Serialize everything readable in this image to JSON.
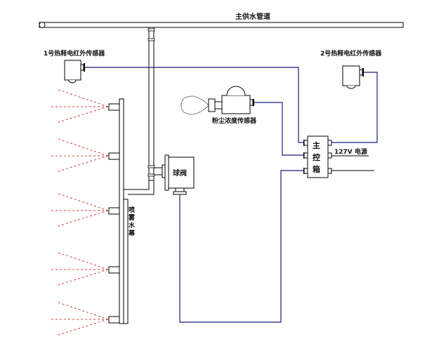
{
  "title": "",
  "labels": {
    "main_pipe": "主供水管道",
    "sensor1": "1号热释电红外传感器",
    "sensor2": "2号热释电红外传感器",
    "dust_sensor": "粉尘浓度传感器",
    "controller": [
      "主",
      "控",
      "箱"
    ],
    "power": "127V 电源",
    "valve": "球阀",
    "water_curtain": [
      "喷",
      "雾",
      "水",
      "幕"
    ]
  },
  "nozzles_count": 5,
  "colors": {
    "wire": "#1a1a7a",
    "spray": "#d04040",
    "outline": "#000000"
  }
}
